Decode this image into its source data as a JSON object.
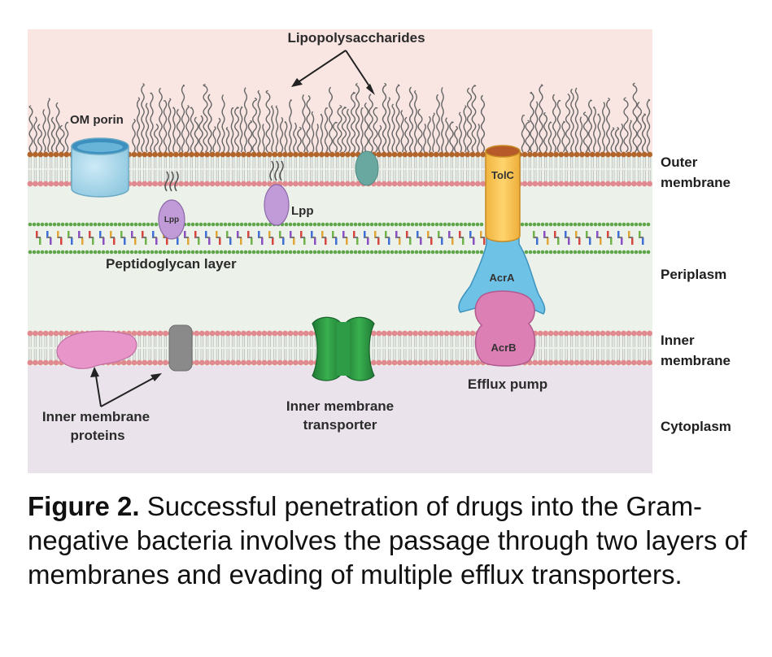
{
  "labels": {
    "lipopolysaccharides": "Lipopolysaccharides",
    "om_porin": "OM porin",
    "lpp_small": "Lpp",
    "lpp": "Lpp",
    "tolc": "TolC",
    "acra": "AcrA",
    "acrb": "AcrB",
    "peptidoglycan": "Peptidoglycan layer",
    "efflux_pump": "Efflux pump",
    "imp_line1": "Inner membrane",
    "imp_line2": "proteins",
    "imt_line1": "Inner membrane",
    "imt_line2": "transporter"
  },
  "regions": {
    "outer_line1": "Outer",
    "outer_line2": "membrane",
    "periplasm": "Periplasm",
    "inner_line1": "Inner",
    "inner_line2": "membrane",
    "cytoplasm": "Cytoplasm"
  },
  "caption": {
    "label": "Figure 2.",
    "text": " Successful penetration of drugs into the Gram-negative bacteria involves the passage through two layers of membranes and evading of multiple efflux transporters."
  },
  "colors": {
    "extracellular": "#f9e6e3",
    "periplasm": "#ecf2ea",
    "cytoplasm": "#ebe3ec",
    "lps_head": "#b2652b",
    "lipid_head": "#e08a8f",
    "peptidoglycan_chain": "#5fa64a",
    "porin": "#9dd3e8",
    "lpp": "#c19ad8",
    "tolc": "#f7c35a",
    "acra": "#6ec2e6",
    "acrb": "#dc7fb5",
    "transporter": "#2f9a45",
    "imp": "#e896c9",
    "gray_protein": "#8a8a8a",
    "teal_protein": "#69a8a0"
  }
}
